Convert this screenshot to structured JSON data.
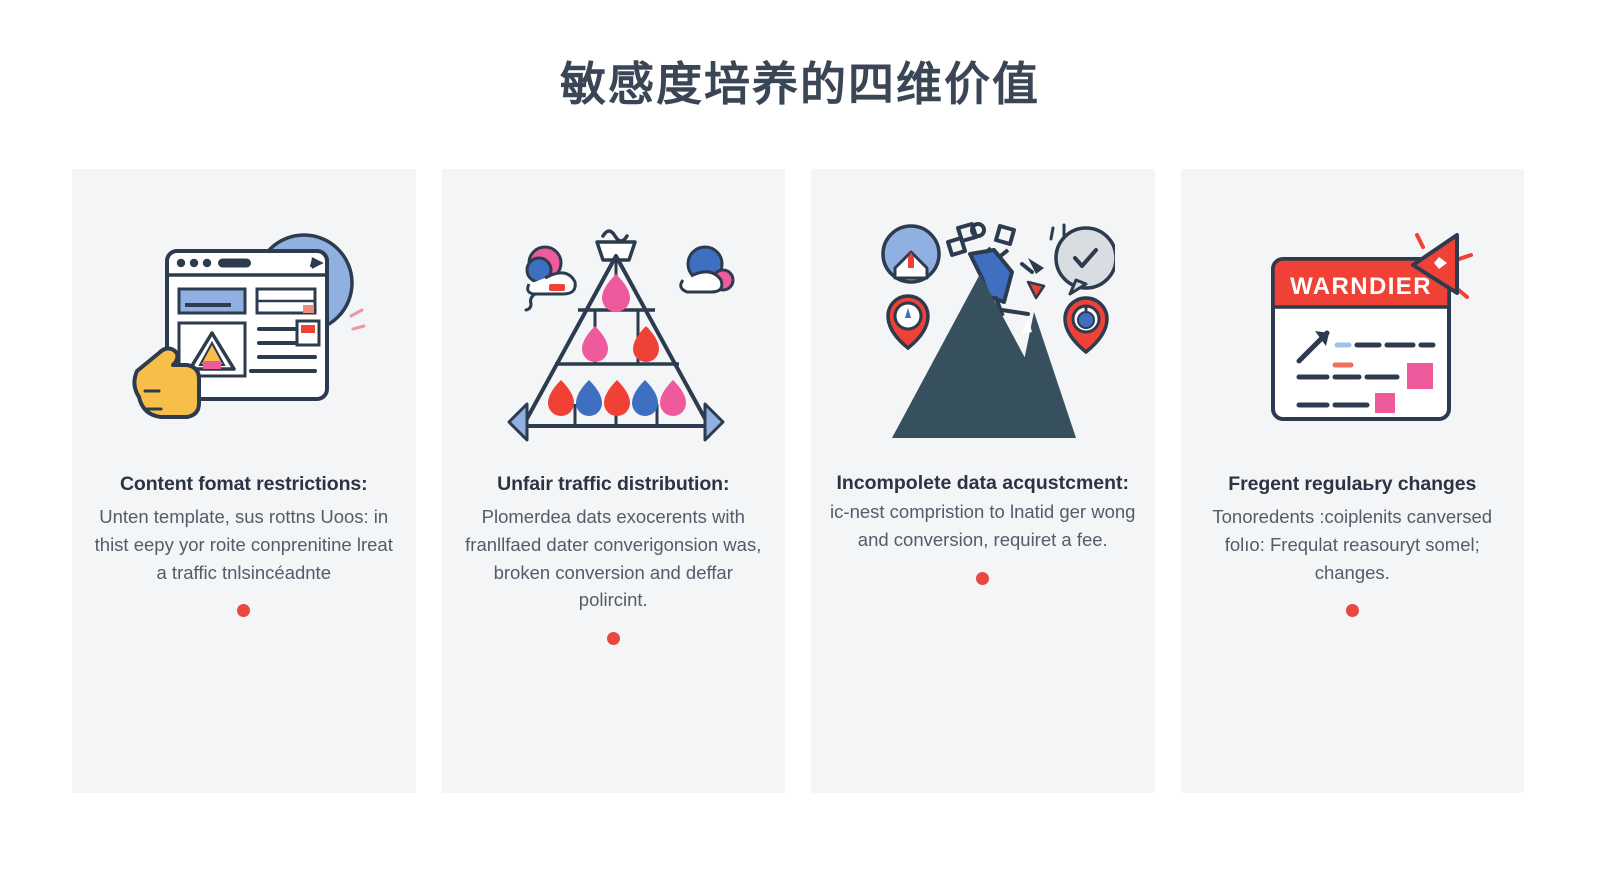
{
  "page": {
    "title": "敏感度培养的四维价值",
    "background_color": "#ffffff",
    "card_background_color": "#f4f5f7",
    "heading_color": "#2c3444",
    "body_color": "#525c6b",
    "dot_color": "#e8483f"
  },
  "cards": [
    {
      "icon_name": "browser-window-warning-illustration",
      "heading": "Content fomat restrictions:",
      "body": "Unten template, sus rottns Uoos: in thist eepy yor roite conprenitine lreat a traffic tnlsincéadnte",
      "indicator": "red-dot"
    },
    {
      "icon_name": "pyramid-distribution-illustration",
      "heading": "Unfair traffic distribution:",
      "body": "Plomerdea dats exocerents with franllfaed dater converigonsion was, broken conversion and deffar polircint.",
      "indicator": "red-dot"
    },
    {
      "icon_name": "mountain-climber-illustration",
      "heading": "Incompolete data acqustcment:",
      "body": "ic-nest compristion to lnatid ger wong and conversion, requiret a fee.",
      "indicator": "red-dot"
    },
    {
      "icon_name": "warning-banner-card-illustration",
      "heading": "Fregent regulaьry changes",
      "body": "Tonoredents :coiplenits canversed folıo: Frequlat reasouryt somel; changes.",
      "indicator": "red-dot",
      "banner_label": "WARNDIER"
    }
  ],
  "colors": {
    "navy": "#2d3b4e",
    "blue": "#3f6fc0",
    "light_blue": "#8fb0e0",
    "pink": "#ef5a9d",
    "red": "#ef4136",
    "yellow": "#f7bf4a",
    "dark_teal": "#36505e",
    "gray": "#d9dde1"
  }
}
